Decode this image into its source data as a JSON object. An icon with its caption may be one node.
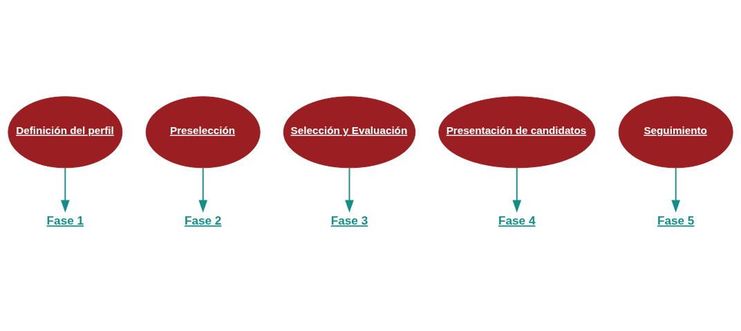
{
  "diagram": {
    "nodes": [
      {
        "text": [
          "Definición del perfil"
        ]
      },
      {
        "text": [
          "Preselección"
        ]
      },
      {
        "text": [
          "Selección y Evaluación"
        ]
      },
      {
        "text": [
          "Presentación de candidatos"
        ]
      },
      {
        "text": [
          "Seguimiento"
        ]
      },
      {
        "text": [
          "Fase 1"
        ]
      },
      {
        "text": [
          "Fase 2"
        ]
      },
      {
        "text": [
          "Fase 3"
        ]
      },
      {
        "text": [
          "Fase 4"
        ]
      },
      {
        "text": [
          "Fase 5"
        ]
      }
    ],
    "edges": [
      {
        "from": 0,
        "to": 5,
        "arrow": "to"
      },
      {
        "from": 1,
        "to": 6,
        "arrow": "to"
      },
      {
        "from": 2,
        "to": 7,
        "arrow": "to"
      },
      {
        "from": 3,
        "to": 8,
        "arrow": "to"
      },
      {
        "from": 4,
        "to": 9,
        "arrow": "to"
      }
    ]
  }
}
